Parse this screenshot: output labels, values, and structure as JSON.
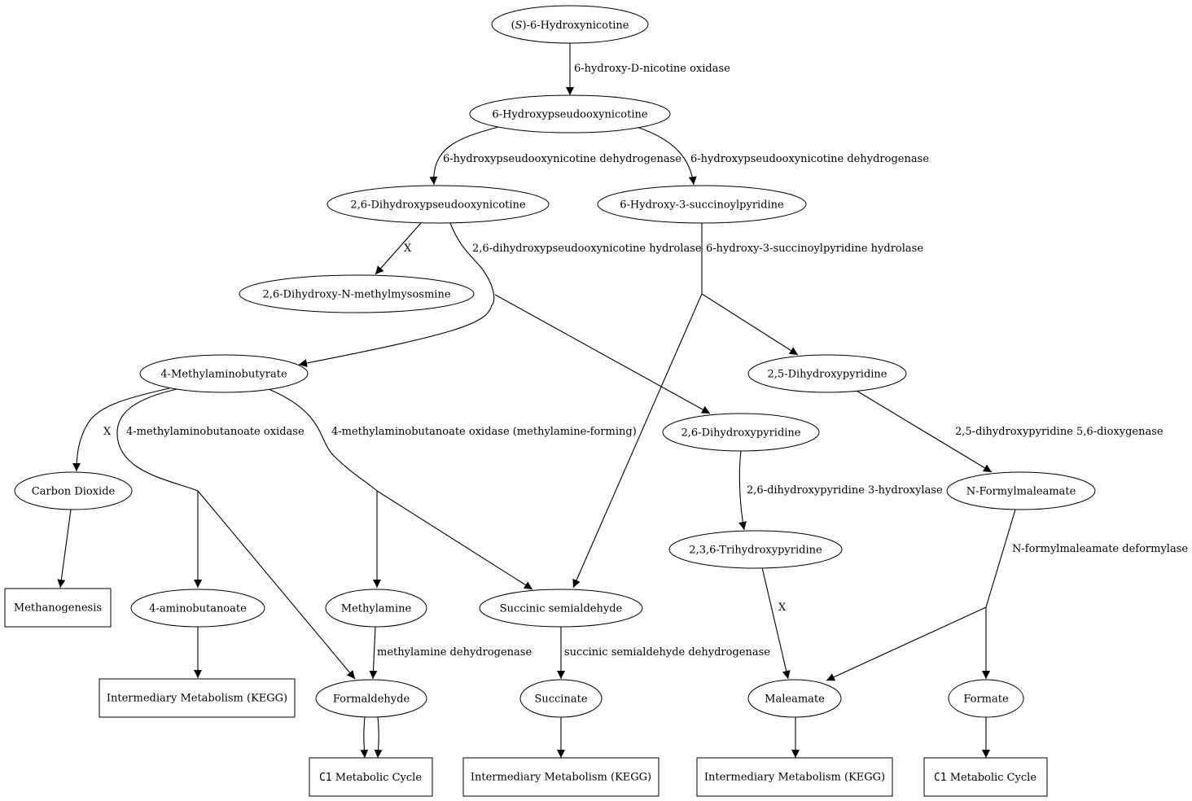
{
  "nodes": {
    "s6_hydroxynicotine": {
      "prefix": "(",
      "italic": "S",
      "suffix": ")-6-Hydroxynicotine"
    },
    "hydroxypseudooxynicotine": "6-Hydroxypseudooxynicotine",
    "dihydroxypseudooxynicotine": "2,6-Dihydroxypseudooxynicotine",
    "hydroxy_succinoylpyridine": "6-Hydroxy-3-succinoylpyridine",
    "dihydroxy_methylmysosmine": "2,6-Dihydroxy-N-methylmysosmine",
    "methylaminobutyrate": "4-Methylaminobutyrate",
    "dihydroxypyridine_25": "2,5-Dihydroxypyridine",
    "dihydroxypyridine_26": "2,6-Dihydroxypyridine",
    "carbon_dioxide": "Carbon Dioxide",
    "n_formylmaleamate": "N-Formylmaleamate",
    "trihydroxypyridine": "2,3,6-Trihydroxypyridine",
    "methanogenesis": "Methanogenesis",
    "aminobutanoate": "4-aminobutanoate",
    "methylamine": "Methylamine",
    "succinic_semialdehyde": "Succinic semialdehyde",
    "intermediary_kegg_1": "Intermediary Metabolism (KEGG)",
    "formaldehyde": "Formaldehyde",
    "succinate": "Succinate",
    "maleamate": "Maleamate",
    "formate": "Formate",
    "c1_cycle_1": {
      "code": "C1",
      "text": "Metabolic Cycle"
    },
    "intermediary_kegg_2": "Intermediary Metabolism (KEGG)",
    "intermediary_kegg_3": "Intermediary Metabolism (KEGG)",
    "c1_cycle_2": {
      "code": "C1",
      "text": "Metabolic Cycle"
    }
  },
  "edges": {
    "hydroxy_d_nicotine_oxidase": "6-hydroxy-D-nicotine oxidase",
    "hpon_dehydrogenase_left": "6-hydroxypseudooxynicotine dehydrogenase",
    "hpon_dehydrogenase_right": "6-hydroxypseudooxynicotine dehydrogenase",
    "x_mysosmine": "X",
    "dhpon_hydrolase": "2,6-dihydroxypseudooxynicotine hydrolase",
    "hsp_hydrolase": "6-hydroxy-3-succinoylpyridine hydrolase",
    "x_carbon_dioxide": "X",
    "mab_oxidase": "4-methylaminobutanoate oxidase",
    "mab_oxidase_methylamine": "4-methylaminobutanoate oxidase (methylamine-forming)",
    "dhp_dioxygenase": "2,5-dihydroxypyridine 5,6-dioxygenase",
    "dhp_hydroxylase": "2,6-dihydroxypyridine 3-hydroxylase",
    "nfm_deformylase": "N-formylmaleamate deformylase",
    "x_maleamate": "X",
    "methylamine_dehydrogenase": "methylamine dehydrogenase",
    "ssa_dehydrogenase": "succinic semialdehyde dehydrogenase"
  }
}
